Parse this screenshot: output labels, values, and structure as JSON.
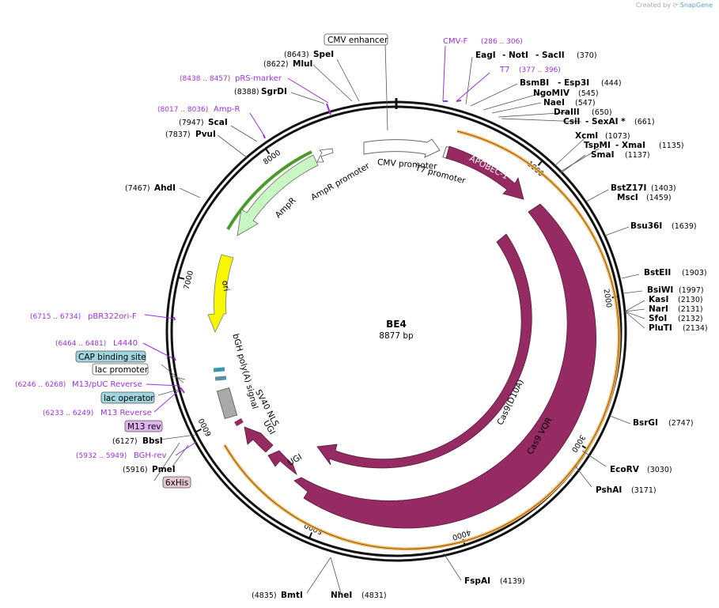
{
  "credit": {
    "prefix": "Created by",
    "brand": "SnapGene"
  },
  "plasmid": {
    "name": "BE4",
    "length": "8877 bp"
  },
  "colors": {
    "backbone": "#111111",
    "feature_cds": "#952b62",
    "primer": "#9b30d9",
    "ampr": "#c9f7c4",
    "ori": "#f7f700",
    "promoter": "#ffffff",
    "polyA": "#a9a9a9",
    "orf_highlight": "#f0b65a",
    "ampr_highlight": "#4a9b2a"
  },
  "ticks": [
    "1000",
    "2000",
    "3000",
    "4000",
    "5000",
    "6000",
    "7000",
    "8000"
  ],
  "features": {
    "cmv_promoter": "CMV promoter",
    "t7_promoter": "T7 promoter",
    "apobec": "APOBEC-1",
    "cas9_d10a": "Cas9(D10A)",
    "cas9_vqr": "Cas9 VQR",
    "ugi1": "UGI",
    "ugi2": "UGI",
    "sv40_nls": "SV40 NLS",
    "bgh": "bGH poly(A) signal",
    "ori": "ori",
    "ampr": "AmpR",
    "ampr_promoter": "AmpR promoter"
  },
  "enzymes": [
    {
      "name": "SpeI",
      "pos": "(8643)"
    },
    {
      "name": "MluI",
      "pos": "(8622)"
    },
    {
      "name": "SgrDI",
      "pos": "(8388)"
    },
    {
      "name": "ScaI",
      "pos": "(7947)"
    },
    {
      "name": "PvuI",
      "pos": "(7837)"
    },
    {
      "name": "AhdI",
      "pos": "(7467)"
    },
    {
      "name": "EagI",
      "sep": "- NotI",
      "sep2": "- SacII",
      "pos": "(370)"
    },
    {
      "name": "BsmBI",
      "sep": "- Esp3I",
      "pos": "(444)"
    },
    {
      "name": "NgoMIV",
      "pos": "(545)"
    },
    {
      "name": "NaeI",
      "pos": "(547)"
    },
    {
      "name": "DraIII",
      "pos": "(650)"
    },
    {
      "name": "CsiI",
      "sep": "- SexAI *",
      "pos": "(661)"
    },
    {
      "name": "XcmI",
      "pos": "(1073)"
    },
    {
      "name": "TspMI",
      "sep": "- XmaI",
      "pos": "(1135)"
    },
    {
      "name": "SmaI",
      "pos": "(1137)"
    },
    {
      "name": "BstZ17I",
      "pos": "(1403)"
    },
    {
      "name": "MscI",
      "pos": "(1459)"
    },
    {
      "name": "Bsu36I",
      "pos": "(1639)"
    },
    {
      "name": "BstEII",
      "pos": "(1903)"
    },
    {
      "name": "BsiWI",
      "pos": "(1997)"
    },
    {
      "name": "KasI",
      "pos": "(2130)"
    },
    {
      "name": "NarI",
      "pos": "(2131)"
    },
    {
      "name": "SfoI",
      "pos": "(2132)"
    },
    {
      "name": "PluTI",
      "pos": "(2134)"
    },
    {
      "name": "BsrGI",
      "pos": "(2747)"
    },
    {
      "name": "EcoRV",
      "pos": "(3030)"
    },
    {
      "name": "PshAI",
      "pos": "(3171)"
    },
    {
      "name": "FspAI",
      "pos": "(4139)"
    },
    {
      "name": "BmtI",
      "pos": "(4835)"
    },
    {
      "name": "NheI",
      "pos": "(4831)"
    },
    {
      "name": "BbsI",
      "pos": "(6127)"
    },
    {
      "name": "PmeI",
      "pos": "(5916)"
    }
  ],
  "primers": [
    {
      "name": "CMV-F",
      "range": "(286 .. 306)"
    },
    {
      "name": "T7",
      "range": "(377 .. 396)"
    },
    {
      "name": "pRS-marker",
      "range": "(8438 .. 8457)"
    },
    {
      "name": "Amp-R",
      "range": "(8017 .. 8036)"
    },
    {
      "name": "pBR322ori-F",
      "range": "(6715 .. 6734)"
    },
    {
      "name": "L4440",
      "range": "(6464 .. 6481)"
    },
    {
      "name": "M13/pUC Reverse",
      "range": "(6246 .. 6268)"
    },
    {
      "name": "M13 Reverse",
      "range": "(6233 .. 6249)"
    },
    {
      "name": "BGH-rev",
      "range": "(5932 .. 5949)"
    }
  ],
  "boxed_features": [
    {
      "label": "CMV enhancer"
    },
    {
      "label": "CAP binding site"
    },
    {
      "label": "lac promoter"
    },
    {
      "label": "lac operator"
    },
    {
      "label": "M13 rev"
    },
    {
      "label": "6xHis"
    }
  ]
}
